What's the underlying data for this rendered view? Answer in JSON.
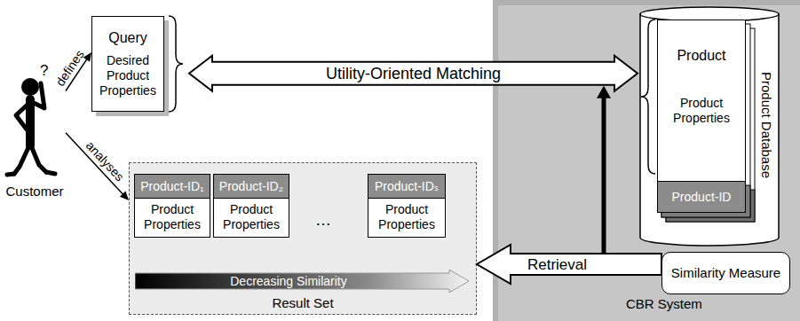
{
  "diagram": {
    "nodes": [
      {
        "text": [
          "Customer"
        ]
      },
      {
        "text": [
          "Query",
          "Desired Product Properties"
        ]
      },
      {
        "text": [
          "Result Set"
        ]
      },
      {
        "text": [
          "Product-ID₁",
          "Product Properties"
        ],
        "in": 2
      },
      {
        "text": [
          "Product-ID₂",
          "Product Properties"
        ],
        "in": 2
      },
      {
        "text": [
          "Product-IDₛ",
          "Product Properties"
        ],
        "in": 2
      },
      {
        "text": [
          "Decreasing Similarity"
        ],
        "in": 2
      },
      {
        "text": [
          "CBR System"
        ]
      },
      {
        "text": [
          "Product Database"
        ],
        "in": 7
      },
      {
        "text": [
          "Product",
          "Product Properties",
          "Product-ID"
        ],
        "in": 8
      },
      {
        "text": [
          "Similarity Measure"
        ],
        "in": 7
      }
    ],
    "edges": [
      {
        "from": 0,
        "to": 1,
        "arrow": "to",
        "label": "defines"
      },
      {
        "from": 0,
        "to": 2,
        "arrow": "to",
        "label": "analyses"
      },
      {
        "from": 1,
        "to": 9,
        "arrow": "both",
        "label": "Utility-Oriented Matching"
      },
      {
        "from": 10,
        "to": 2,
        "arrow": "to",
        "label": "Retrieval"
      }
    ],
    "labels": [
      "?",
      "…"
    ]
  }
}
